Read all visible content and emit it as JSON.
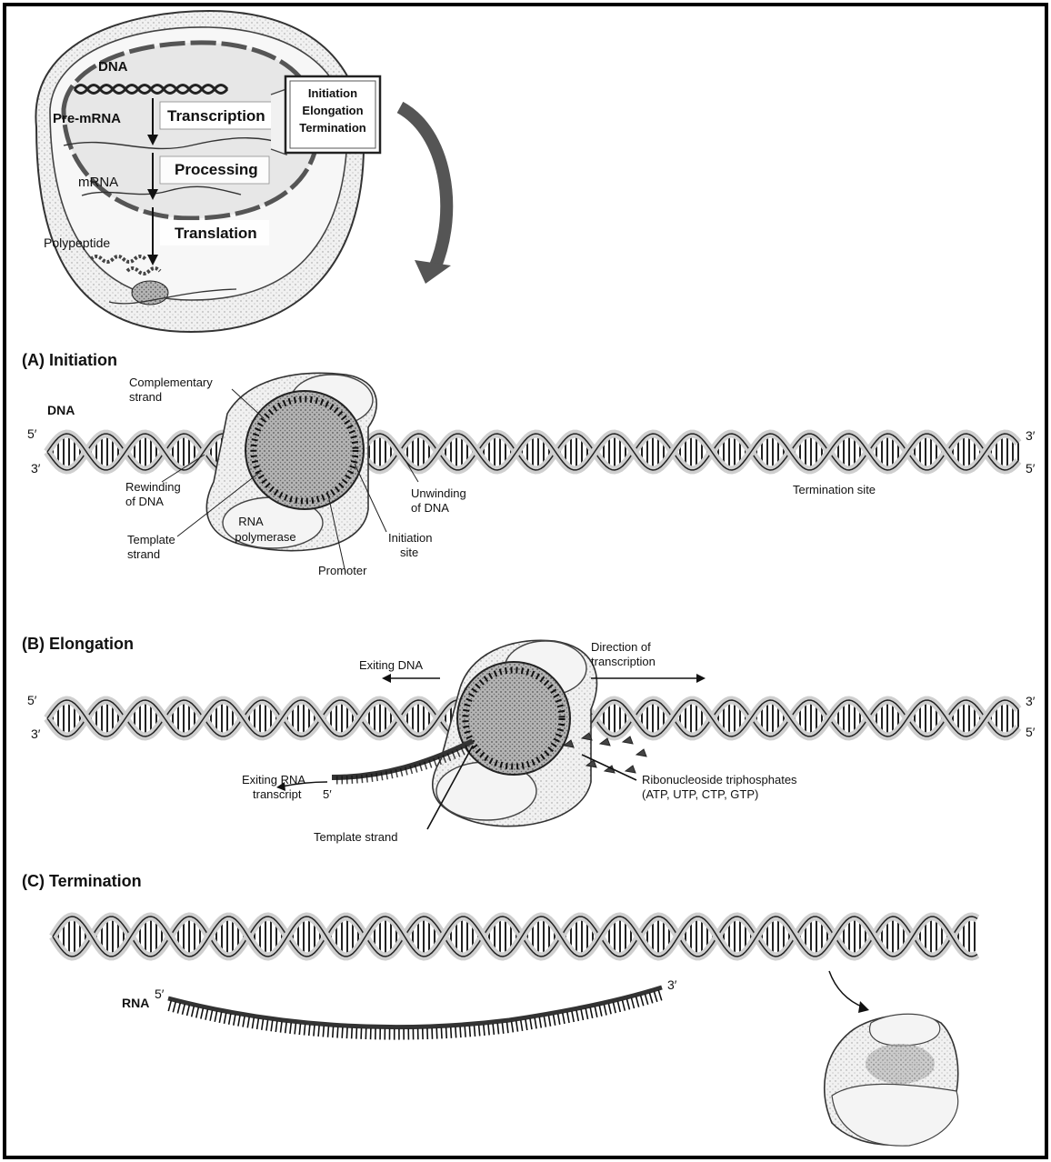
{
  "overview": {
    "dna": "DNA",
    "pre_mrna": "Pre-mRNA",
    "mrna": "mRNA",
    "polypeptide": "Polypeptide",
    "transcription": "Transcription",
    "processing": "Processing",
    "translation": "Translation",
    "box": [
      "Initiation",
      "Elongation",
      "Termination"
    ]
  },
  "initiation": {
    "title": "(A)  Initiation",
    "dna": "DNA",
    "five_left": "5′",
    "three_left": "3′",
    "three_right": "3′",
    "five_right": "5′",
    "complementary_1": "Complementary",
    "complementary_2": "strand",
    "rewinding_1": "Rewinding",
    "rewinding_2": "of DNA",
    "template_1": "Template",
    "template_2": "strand",
    "polymerase_1": "RNA",
    "polymerase_2": "polymerase",
    "promoter": "Promoter",
    "initiation_site_1": "Initiation",
    "initiation_site_2": "site",
    "unwinding_1": "Unwinding",
    "unwinding_2": "of DNA",
    "termination_site": "Termination site"
  },
  "elongation": {
    "title": "(B)  Elongation",
    "five_left": "5′",
    "three_left": "3′",
    "three_right": "3′",
    "five_right": "5′",
    "exiting_dna": "Exiting DNA",
    "direction_1": "Direction of",
    "direction_2": "transcription",
    "exiting_rna_1": "Exiting RNA",
    "exiting_rna_2": "transcript",
    "rna_five": "5′",
    "template": "Template strand",
    "ntp_1": "Ribonucleoside triphosphates",
    "ntp_2": "(ATP, UTP, CTP, GTP)"
  },
  "termination": {
    "title": "(C) Termination",
    "rna": "RNA",
    "rna_five": "5′",
    "rna_three": "3′"
  }
}
